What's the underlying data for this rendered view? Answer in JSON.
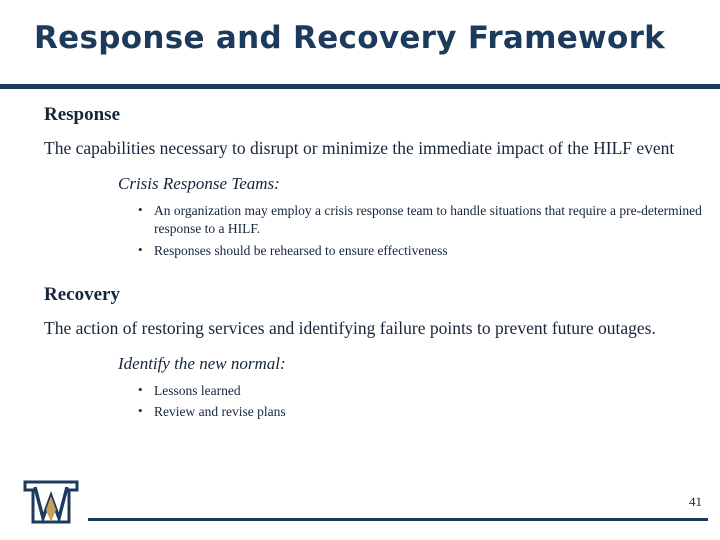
{
  "slide": {
    "title": "Response and Recovery Framework",
    "page_number": "41",
    "accent_color": "#1b3a5c",
    "text_color": "#15263a",
    "background_color": "#ffffff",
    "sections": [
      {
        "heading": "Response",
        "paragraph": "The capabilities necessary to disrupt or minimize the immediate impact of the HILF event",
        "subheading": "Crisis Response Teams:",
        "bullets": [
          "An organization may employ a crisis response team to handle situations that require a pre-determined response to a HILF.",
          "Responses should be rehearsed to ensure effectiveness"
        ]
      },
      {
        "heading": "Recovery",
        "paragraph": "The action of restoring services and identifying failure points to prevent future outages.",
        "subheading": "Identify the new normal:",
        "bullets": [
          "Lessons learned",
          "Review and revise plans"
        ]
      }
    ],
    "logo": {
      "name": "w-monogram-logo",
      "colors": [
        "#1b3a5c",
        "#c8a15a"
      ]
    }
  }
}
